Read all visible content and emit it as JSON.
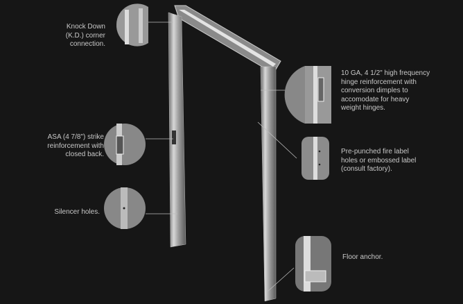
{
  "callouts": {
    "kd": "Knock Down\n(K.D.) corner\nconnection.",
    "hinge": "10 GA, 4 1/2\" high frequency\nhinge reinforcement with\nconversion dimples to\naccomodate for heavy\nweight hinges.",
    "strike": "ASA (4 7/8\") strike\nreinforcement with\nclosed back.",
    "fire_label": "Pre-punched fire label\nholes or embossed label\n(consult factory).",
    "silencer": "Silencer holes.",
    "floor_anchor": "Floor anchor."
  }
}
